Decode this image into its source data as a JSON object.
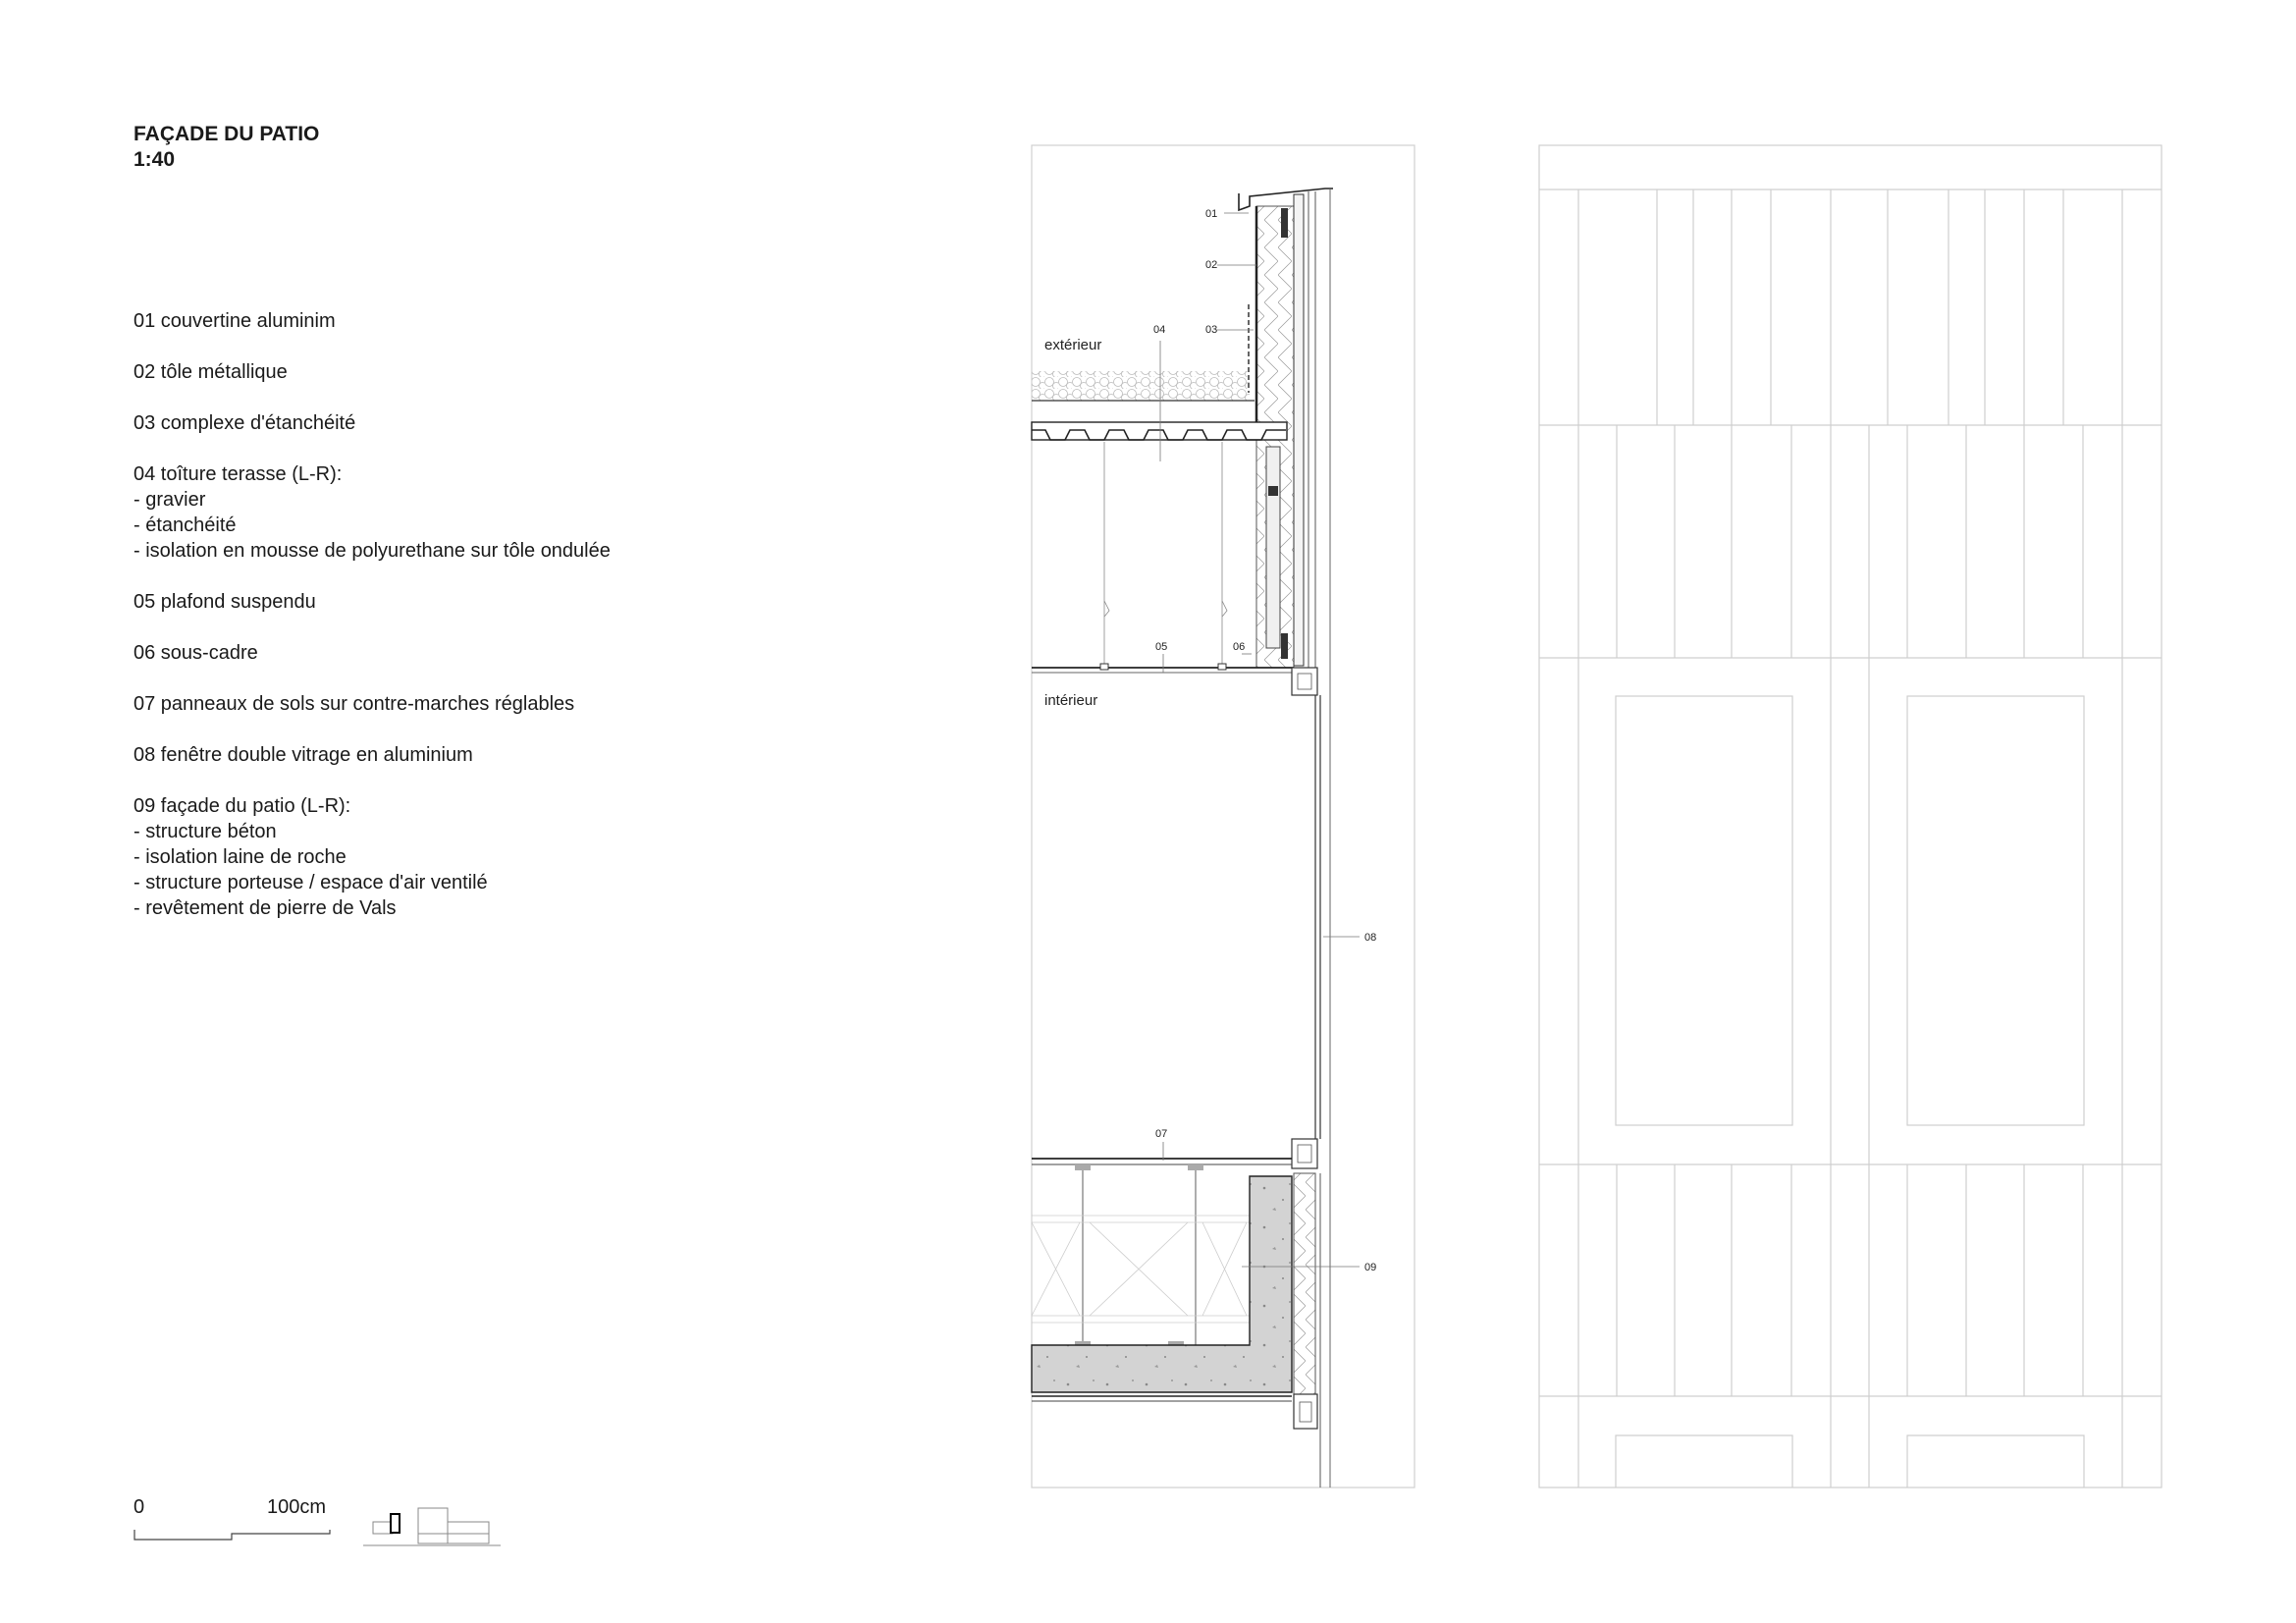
{
  "title": {
    "line1": "FAÇADE DU PATIO",
    "line2": "1:40"
  },
  "legend": [
    {
      "lines": [
        "01 couvertine aluminim"
      ]
    },
    {
      "lines": [
        "02 tôle métallique"
      ]
    },
    {
      "lines": [
        "03 complexe d'étanchéité"
      ]
    },
    {
      "lines": [
        "04 toîture terasse (L-R):",
        "- gravier",
        "- étanchéité",
        "- isolation en mousse de polyurethane sur tôle ondulée"
      ]
    },
    {
      "lines": [
        "05 plafond suspendu"
      ]
    },
    {
      "lines": [
        "06 sous-cadre"
      ]
    },
    {
      "lines": [
        "07 panneaux de sols sur contre-marches réglables"
      ]
    },
    {
      "lines": [
        "08 fenêtre double vitrage en aluminium"
      ]
    },
    {
      "lines": [
        "09 façade du patio (L-R):",
        "- structure béton",
        "- isolation laine de roche",
        "- structure porteuse / espace d'air ventilé",
        "- revêtement de pierre de Vals"
      ]
    }
  ],
  "section": {
    "rooms": {
      "exterior": "extérieur",
      "interior": "intérieur"
    },
    "callouts": [
      "01",
      "02",
      "03",
      "04",
      "05",
      "06",
      "07",
      "08",
      "09"
    ]
  },
  "scale": {
    "start": "0",
    "end": "100cm"
  }
}
